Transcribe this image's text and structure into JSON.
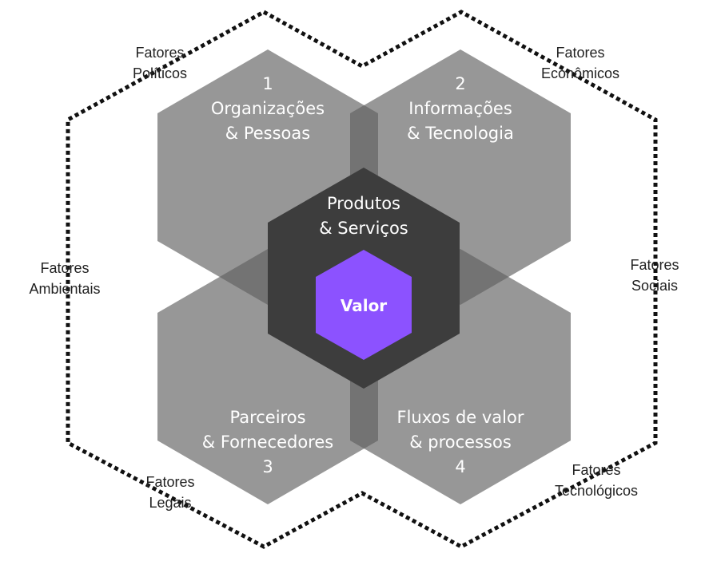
{
  "external_factors": {
    "politicos": [
      "Fatores",
      "Políticos"
    ],
    "economicos": [
      "Fatores",
      "Econômicos"
    ],
    "ambientais": [
      "Fatores",
      "Ambientais"
    ],
    "sociais": [
      "Fatores",
      "Sociais"
    ],
    "legais": [
      "Fatores",
      "Legais"
    ],
    "tecnologicos": [
      "Fatores",
      "Tecnológicos"
    ]
  },
  "dimensions": {
    "d1": {
      "number": "1",
      "lines": [
        "Organizações",
        "& Pessoas"
      ]
    },
    "d2": {
      "number": "2",
      "lines": [
        "Informações",
        "& Tecnologia"
      ]
    },
    "d3": {
      "number": "3",
      "lines": [
        "Parceiros",
        "& Fornecedores"
      ]
    },
    "d4": {
      "number": "4",
      "lines": [
        "Fluxos de valor",
        "& processos"
      ]
    }
  },
  "center": {
    "lines": [
      "Produtos",
      "& Serviços"
    ],
    "core": "Valor"
  },
  "colors": {
    "dimension_fill": "#606060",
    "dimension_opacity": 0.65,
    "center_fill": "#3d3d3d",
    "core_fill": "#8c52ff",
    "border": "#111111"
  }
}
